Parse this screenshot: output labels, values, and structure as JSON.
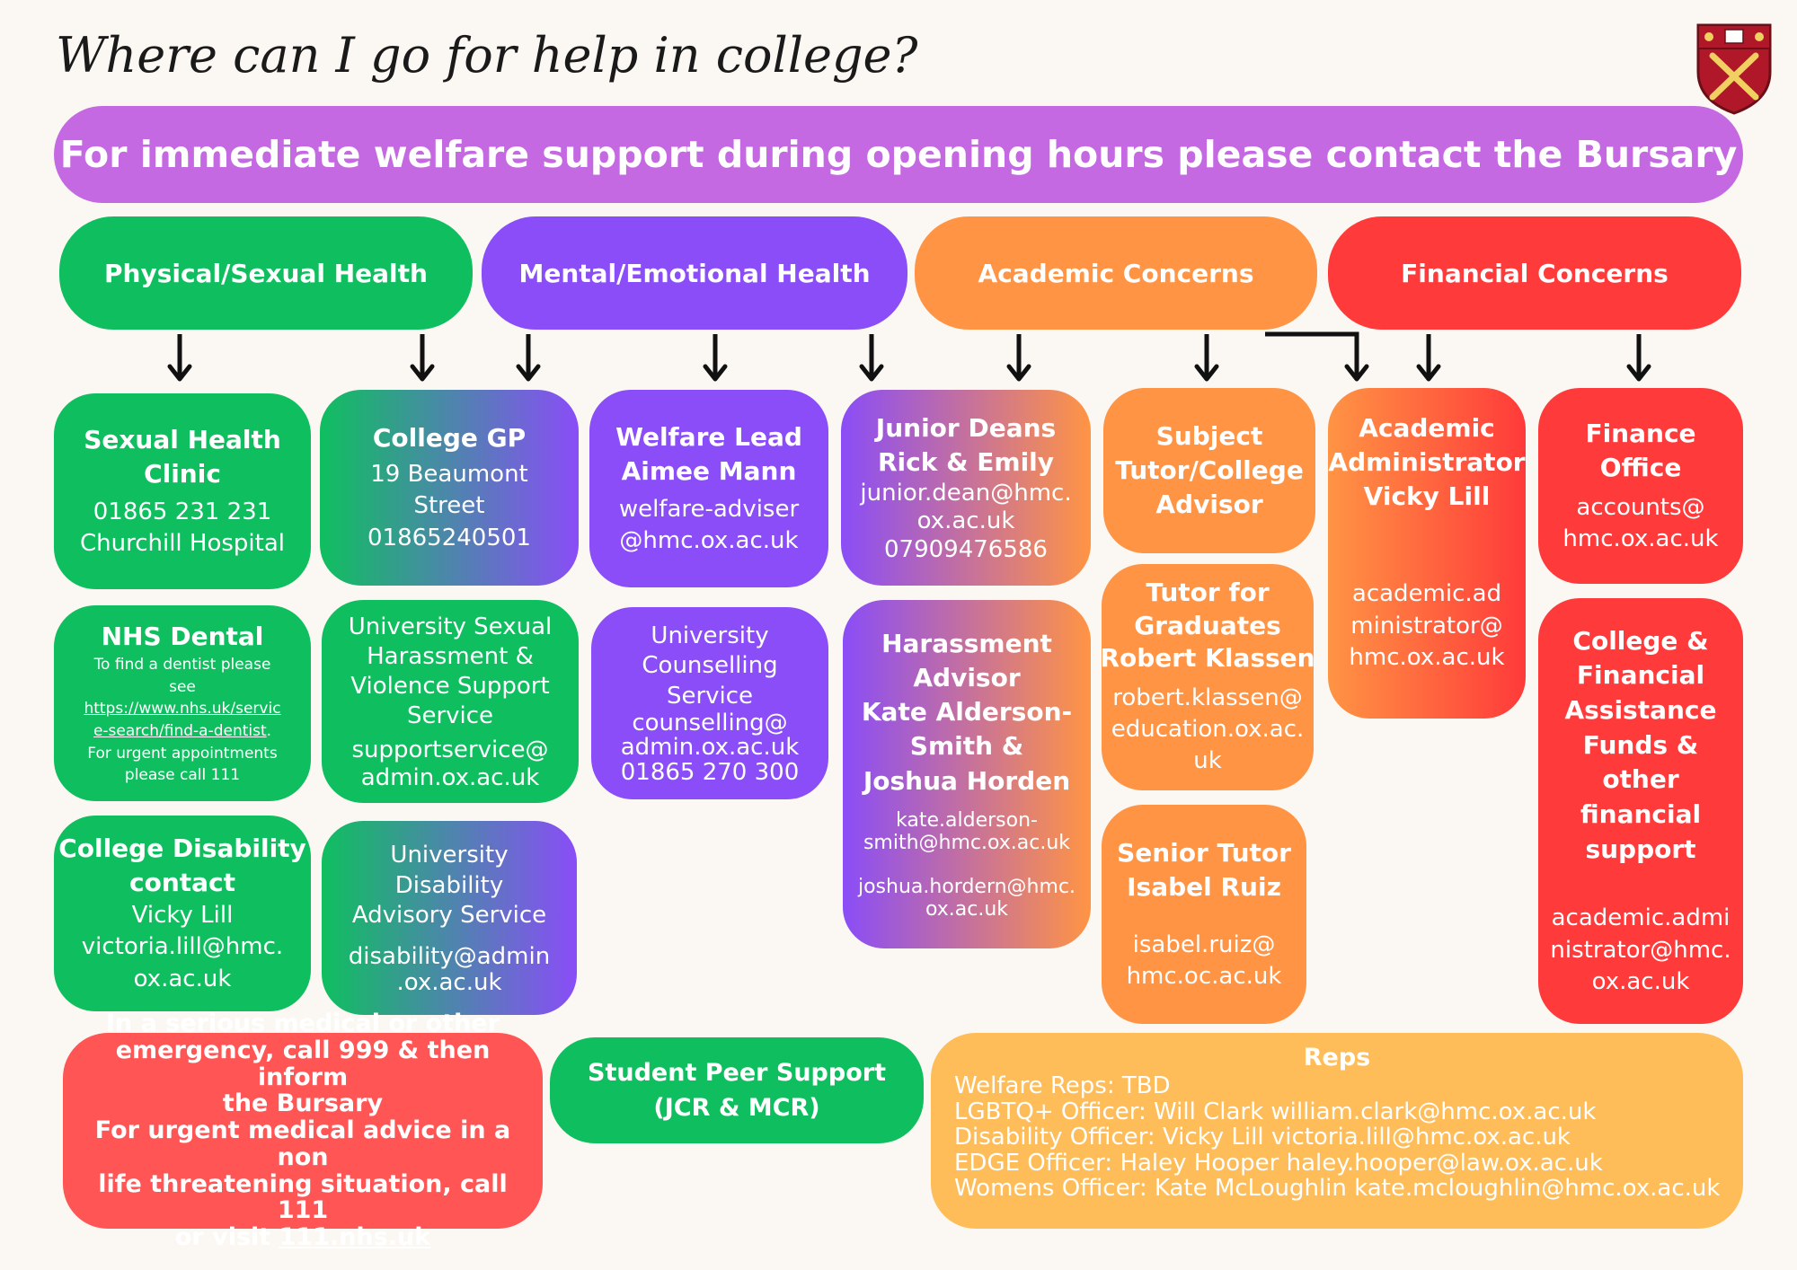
{
  "title": "Where can I go for help in college?",
  "banner": "For immediate welfare support during opening hours please contact the Bursary",
  "categories": {
    "physical": "Physical/Sexual Health",
    "mental": "Mental/Emotional Health",
    "academic": "Academic Concerns",
    "financial": "Financial Concerns"
  },
  "boxes": {
    "sexual_health": {
      "h1": "Sexual Health",
      "h2": "Clinic",
      "l1": "01865 231 231",
      "l2": "Churchill Hospital"
    },
    "college_gp": {
      "h": "College GP",
      "l1": "19 Beaumont",
      "l2": "Street",
      "l3": "01865240501"
    },
    "welfare_lead": {
      "h1": "Welfare Lead",
      "h2": "Aimee Mann",
      "l1": "welfare-adviser",
      "l2": "@hmc.ox.ac.uk"
    },
    "junior_deans": {
      "h1": "Junior Deans",
      "h2": "Rick & Emily",
      "l1": "junior.dean@hmc.",
      "l2": "ox.ac.uk",
      "l3": "07909476586"
    },
    "subject_tutor": {
      "h1": "Subject",
      "h2": "Tutor/College",
      "h3": "Advisor"
    },
    "academic_admin": {
      "h1": "Academic",
      "h2": "Administrator",
      "h3": "Vicky Lill",
      "l1": "academic.ad",
      "l2": "ministrator@",
      "l3": "hmc.ox.ac.uk"
    },
    "finance_office": {
      "h1": "Finance",
      "h2": "Office",
      "l1": "accounts@",
      "l2": "hmc.ox.ac.uk"
    },
    "nhs_dental": {
      "h": "NHS Dental",
      "s1": "To find a dentist please",
      "s2": "see",
      "link1": "https://www.nhs.uk/servic",
      "link2": "e-search/find-a-dentist",
      "s3": "For urgent appointments",
      "s4": "please call 111"
    },
    "uni_harassment": {
      "h1": "University Sexual",
      "h2": "Harassment &",
      "h3": "Violence Support",
      "h4": "Service",
      "l1": "supportservice@",
      "l2": "admin.ox.ac.uk"
    },
    "uni_counselling": {
      "h1": "University",
      "h2": "Counselling",
      "h3": "Service",
      "l1": "counselling@",
      "l2": "admin.ox.ac.uk",
      "l3": "01865 270 300"
    },
    "harassment_advisor": {
      "h1": "Harassment",
      "h2": "Advisor",
      "h3": "Kate Alderson-",
      "h4": "Smith &",
      "h5": "Joshua Horden",
      "l1": "kate.alderson-",
      "l2": "smith@hmc.ox.ac.uk",
      "l3": "joshua.hordern@hmc.",
      "l4": "ox.ac.uk"
    },
    "tutor_grads": {
      "h1": "Tutor for",
      "h2": "Graduates",
      "h3": "Robert Klassen",
      "l1": "robert.klassen@",
      "l2": "education.ox.ac.",
      "l3": "uk"
    },
    "college_funds": {
      "h1": "College &",
      "h2": "Financial",
      "h3": "Assistance",
      "h4": "Funds & other",
      "h5": "financial",
      "h6": "support",
      "l1": "academic.admi",
      "l2": "nistrator@hmc.",
      "l3": "ox.ac.uk"
    },
    "disability_contact": {
      "h1": "College Disability",
      "h2": "contact",
      "l1": "Vicky Lill",
      "l2": "victoria.lill@hmc.",
      "l3": "ox.ac.uk"
    },
    "uni_disability": {
      "h1": "University",
      "h2": "Disability",
      "h3": "Advisory Service",
      "l1": "disability@admin",
      "l2": ".ox.ac.uk"
    },
    "senior_tutor": {
      "h1": "Senior Tutor",
      "h2": "Isabel Ruiz",
      "l1": "isabel.ruiz@",
      "l2": "hmc.oc.ac.uk"
    }
  },
  "emergency": {
    "l1": "In a serious medical or other",
    "l2": "emergency, call 999 & then inform",
    "l3": "the Bursary",
    "l4": "For urgent medical advice in a non",
    "l5": "life threatening situation, call 111",
    "l6": "or visit",
    "link": "111.nhs.uk"
  },
  "peer": {
    "l1": "Student Peer Support",
    "l2": "(JCR & MCR)"
  },
  "reps": {
    "title": "Reps",
    "lines": [
      "Welfare Reps: TBD",
      "LGBTQ+ Officer: Will Clark william.clark@hmc.ox.ac.uk",
      "Disability Officer: Vicky Lill victoria.lill@hmc.ox.ac.uk",
      "EDGE Officer: Haley Hooper haley.hooper@law.ox.ac.uk",
      "Womens Officer: Kate McLoughlin kate.mcloughlin@hmc.ox.ac.uk"
    ]
  },
  "colors": {
    "green": "#0fbf5f",
    "purple": "#8a4df7",
    "orange": "#ff9444",
    "red": "#ff3a3a",
    "banner": "#c569e2",
    "reps": "#ffbd5a",
    "emergency": "#ff5555",
    "background": "#fbf8f3"
  }
}
